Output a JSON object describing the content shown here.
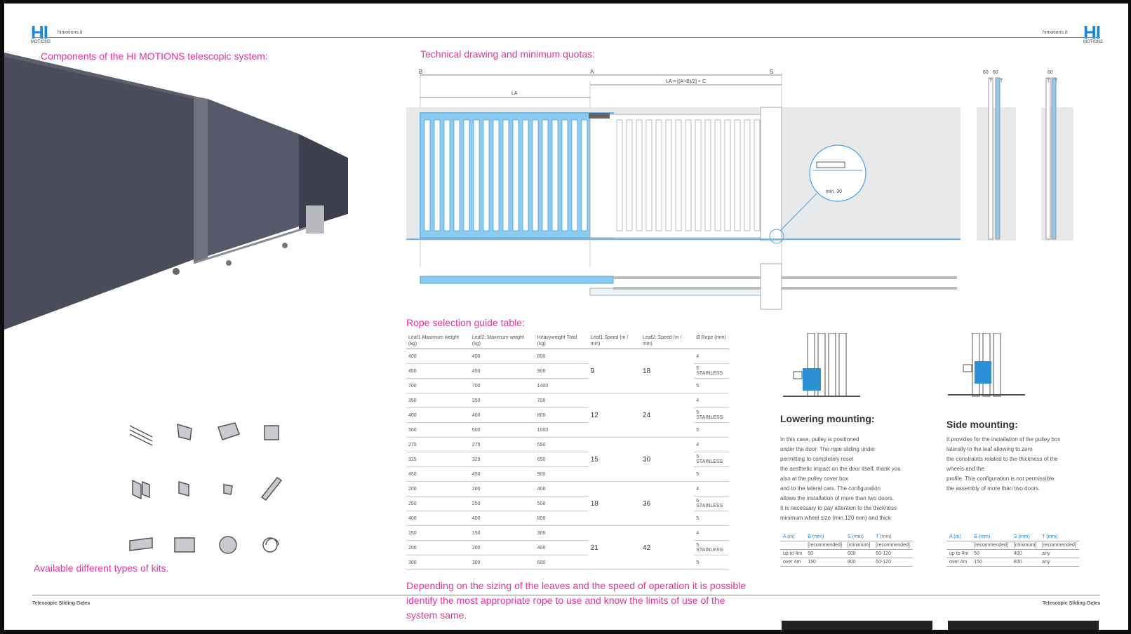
{
  "header": {
    "logo_text": "HI",
    "logo_sub": "MOTIONS",
    "site_left": "himotions.it",
    "site_right": "himotions.it"
  },
  "left": {
    "components_title": "Components of the HI MOTIONS telescopic system:",
    "kits_caption": "Available different types of kits.",
    "footer": "Telescopic Sliding Gates",
    "kit_icons": [
      "rail-icon",
      "bracket-icon",
      "carriage-icon",
      "plate-icon",
      "mount-bracket-icon",
      "angle-bracket-icon",
      "clip-icon",
      "guide-rail-icon",
      "pulley-box-icon",
      "double-bracket-icon",
      "pulley-icon",
      "rope-coil-icon"
    ]
  },
  "right": {
    "tech_title": "Technical drawing and minimum quotas:",
    "rope_title": "Rope selection guide table:",
    "depending_text": "Depending on the sizing of the leaves and the speed of operation it is possible identify the most appropriate rope to use and know the limits of use of the system same.",
    "footer": "Telescopic Sliding Gates",
    "drawing": {
      "label_b": "B",
      "label_a": "A",
      "label_s": "S",
      "la_formula": "LA = [(A+B)/2] + C",
      "la": "LA",
      "min30": "min. 30",
      "t": "T",
      "sixty": "60"
    }
  },
  "rope_table": {
    "headers": [
      "Leaf1 Maximum weight (kg)",
      "Leaf2: Maximum weight (kg)",
      "Heavyweight Total (kg)",
      "Leaf1 Speed (m / min)",
      "Leaf2: Speed (m / min)",
      "Ø Rope (mm)"
    ],
    "groups": [
      {
        "speed1": "9",
        "speed2": "18",
        "rows": [
          [
            "400",
            "400",
            "800",
            "4",
            ""
          ],
          [
            "450",
            "450",
            "900",
            "5",
            "STAINLESS"
          ],
          [
            "700",
            "700",
            "1400",
            "5",
            ""
          ]
        ]
      },
      {
        "speed1": "12",
        "speed2": "24",
        "rows": [
          [
            "350",
            "350",
            "700",
            "4",
            ""
          ],
          [
            "400",
            "400",
            "800",
            "5",
            "STAINLESS"
          ],
          [
            "500",
            "500",
            "1000",
            "5",
            ""
          ]
        ]
      },
      {
        "speed1": "15",
        "speed2": "30",
        "rows": [
          [
            "275",
            "275",
            "550",
            "4",
            ""
          ],
          [
            "325",
            "325",
            "650",
            "5",
            "STAINLESS"
          ],
          [
            "450",
            "450",
            "900",
            "5",
            ""
          ]
        ]
      },
      {
        "speed1": "18",
        "speed2": "36",
        "rows": [
          [
            "200",
            "200",
            "400",
            "4",
            ""
          ],
          [
            "250",
            "250",
            "500",
            "5",
            "STAINLESS"
          ],
          [
            "400",
            "400",
            "800",
            "5",
            ""
          ]
        ]
      },
      {
        "speed1": "21",
        "speed2": "42",
        "rows": [
          [
            "150",
            "150",
            "300",
            "4",
            ""
          ],
          [
            "200",
            "200",
            "400",
            "5",
            "STAINLESS"
          ],
          [
            "300",
            "300",
            "600",
            "5",
            ""
          ]
        ]
      }
    ]
  },
  "lowering": {
    "title": "Lowering mounting:",
    "lines": [
      "In this case, pulley is positioned",
      "under the door. The rope sliding under",
      "permitting to completely reset",
      "the aesthetic impact on the door itself, thank you",
      "also at the pulley cover box",
      "and to the lateral cars. The configuration",
      "allows the installation of more than two doors.",
      "It is necessary to pay attention to the thickness",
      "minimum wheel size (min 120 mm) and thick"
    ],
    "table": {
      "headers": [
        "A (m)",
        "B (mm)",
        "S (mm)",
        "T (mm)"
      ],
      "sub": [
        "",
        "[recommended]",
        "[minimum]",
        "[recommended]"
      ],
      "rows": [
        [
          "up to 4m",
          "50",
          "600",
          "60-120"
        ],
        [
          "over 4m",
          "150",
          "800",
          "60-120"
        ]
      ]
    }
  },
  "side": {
    "title": "Side mounting:",
    "lines": [
      "It provides for the installation of the pulley box",
      "laterally to the leaf allowing to zero",
      "the constraints related to the thickness of the",
      "wheels and the",
      "profile. This configuration is not permissible",
      "the assembly of more than two doors."
    ],
    "table": {
      "headers": [
        "A (m)",
        "B (mm)",
        "S (mm)",
        "T (mm)"
      ],
      "sub": [
        "",
        "[recommended]",
        "[minimum]",
        "[recommended]"
      ],
      "rows": [
        [
          "up to 4m",
          "50",
          "400",
          "any"
        ],
        [
          "over 4m",
          "150",
          "800",
          "any"
        ]
      ]
    }
  },
  "colors": {
    "accent_pink": "#e8329b",
    "brand_blue": "#1e86d8",
    "gate_gray": "#4a4c5c",
    "drawing_blue": "#8ccbf0"
  }
}
